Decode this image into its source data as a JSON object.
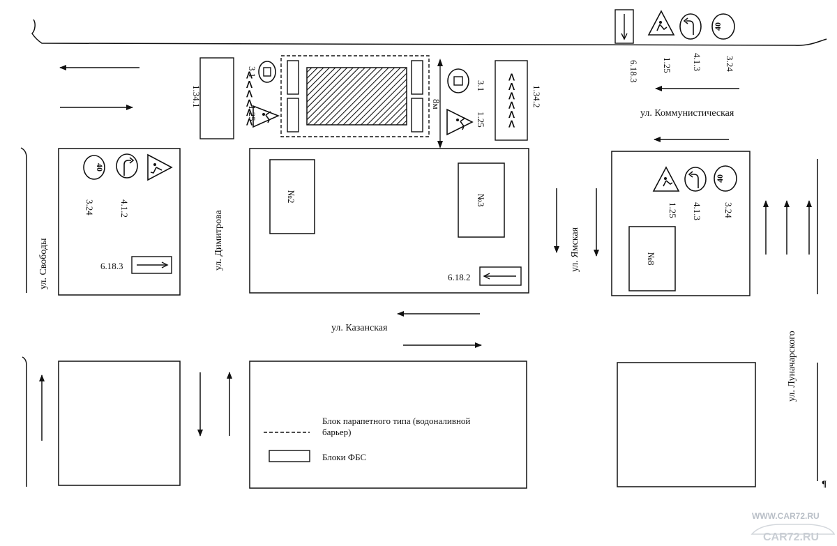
{
  "streets": {
    "kommunisticheskaya": "ул. Коммунистическая",
    "svobody": "ул. Свободы",
    "dimitrova": "ул. Димитрова",
    "yamskaya": "ул. Ямская",
    "kazanskaya": "ул. Казанская",
    "lunacharskogo": "ул. Луначарского"
  },
  "buildings": {
    "b2": "№2",
    "b3": "№3",
    "b8": "№8"
  },
  "sign_values": {
    "speed_limit": "40",
    "speed_limit_b": "40",
    "speed_limit_c": "40"
  },
  "sign_codes": {
    "c_6183_top": "6.18.3",
    "c_125_top": "1.25",
    "c_413_top": "4.1.3",
    "c_324_top": "3.24",
    "c_31_left": "3.1",
    "c_125_left": "1.25",
    "c_1341": "1.34.1",
    "c_31_right": "3.1",
    "c_125_right": "1.25",
    "c_1342": "1.34.2",
    "c_8m": "8м",
    "c_324_b": "3.24",
    "c_412_b": "4.1.2",
    "c_6183_b": "6.18.3",
    "c_6182_b": "6.18.2",
    "c_125_c": "1.25",
    "c_413_c": "4.1.3",
    "c_324_c": "3.24"
  },
  "legend": {
    "barrier": "Блок парапетного типа (водоналивной барьер)",
    "barrier_line1": "Блок парапетного типа (водоналивной",
    "barrier_line2": "барьер)",
    "fbs": "Блоки ФБС"
  },
  "mark": "¶",
  "watermark": {
    "url": "WWW.CAR72.RU",
    "logo": "CAR72.RU"
  }
}
